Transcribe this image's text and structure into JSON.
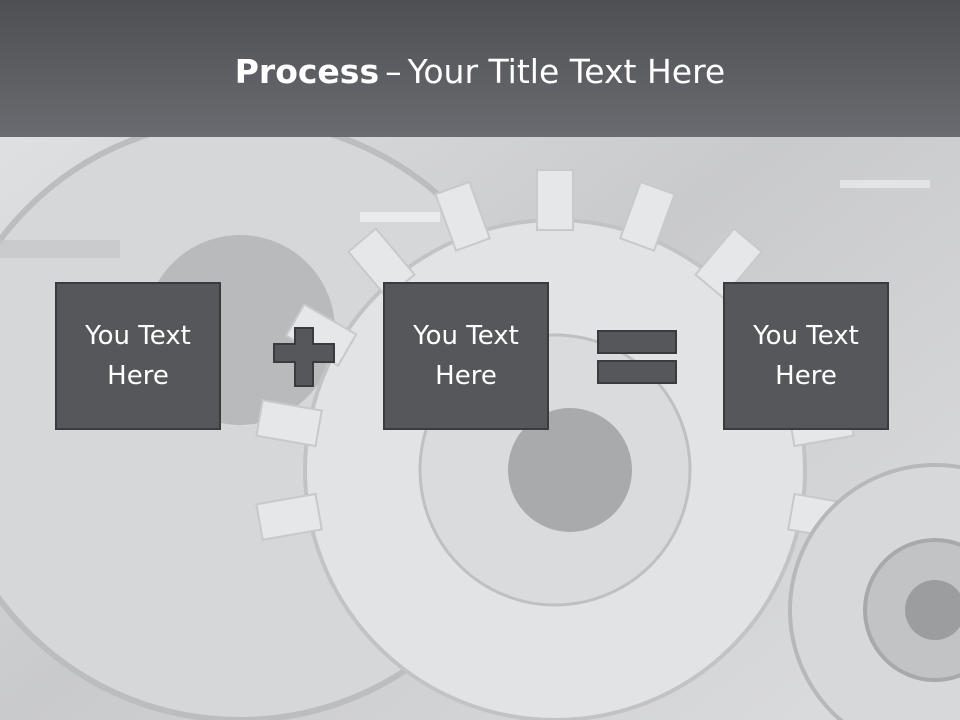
{
  "slide": {
    "title_bold": "Process",
    "title_separator": "–",
    "title_rest": "Your Title Text Here"
  },
  "boxes": [
    {
      "text": "You Text Here"
    },
    {
      "text": "You Text Here"
    },
    {
      "text": "You Text Here"
    }
  ],
  "operators": [
    "plus-icon",
    "equals-icon"
  ],
  "colors": {
    "title_bar": "#5c5d61",
    "box_fill": "#56575b",
    "box_border": "#3a3b3e",
    "text": "#ffffff"
  }
}
